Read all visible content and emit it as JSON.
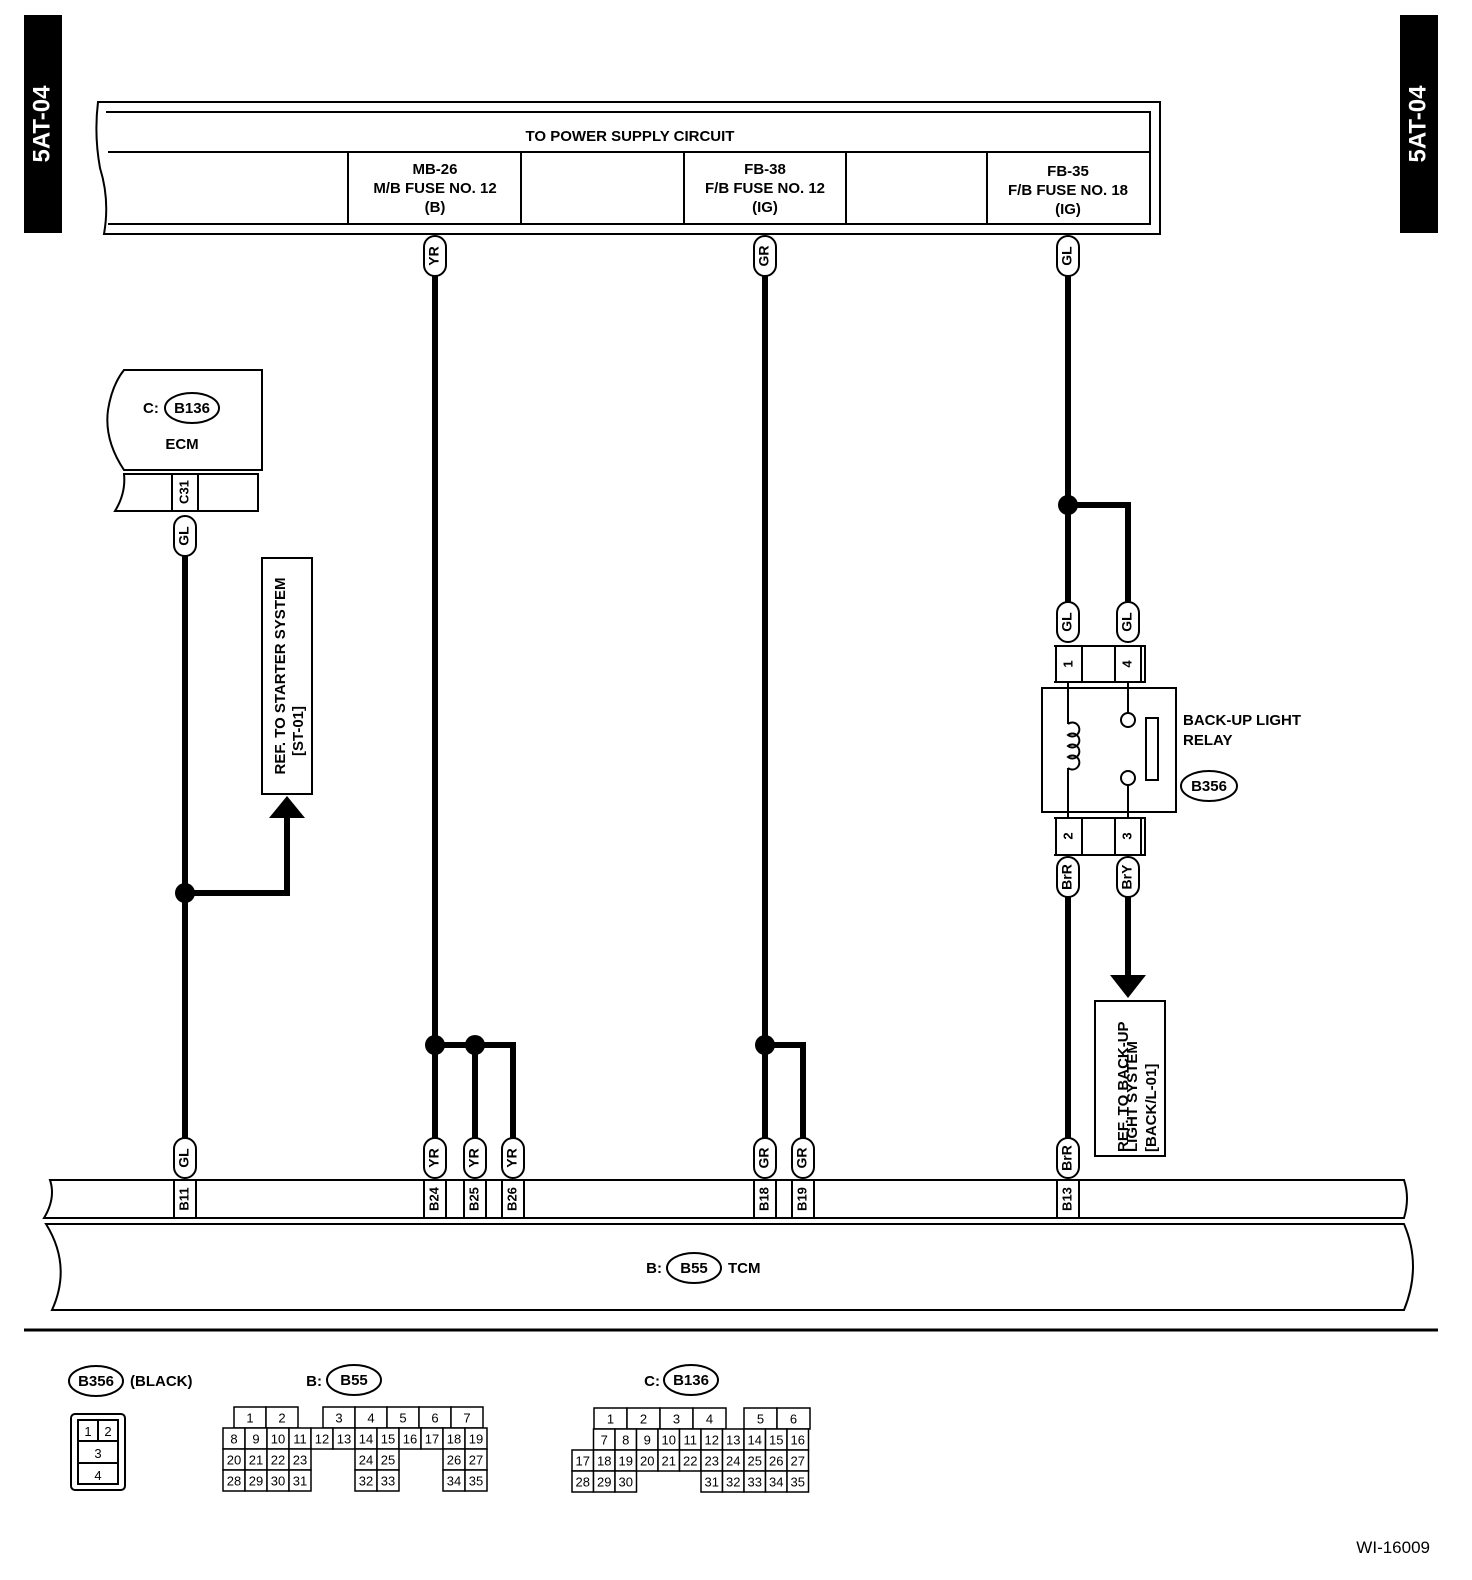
{
  "page_tag": "5AT-04",
  "figure_id": "WI-16009",
  "power_supply": {
    "title": "TO POWER SUPPLY CIRCUIT",
    "fuses": [
      {
        "line1": "MB-26",
        "line2": "M/B FUSE NO. 12",
        "line3": "(B)"
      },
      {
        "line1": "FB-38",
        "line2": "F/B FUSE NO. 12",
        "line3": "(IG)"
      },
      {
        "line1": "FB-35",
        "line2": "F/B FUSE NO. 18",
        "line3": "(IG)"
      }
    ]
  },
  "ecm": {
    "prefix": "C:",
    "connector": "B136",
    "name": "ECM",
    "pin": "C31"
  },
  "starter_ref": {
    "line1": "REF. TO STARTER SYSTEM",
    "line2": "[ST-01]"
  },
  "relay": {
    "line1": "BACK-UP LIGHT",
    "line2": "RELAY",
    "connector": "B356",
    "pins_top": [
      "1",
      "4"
    ],
    "pins_bottom": [
      "2",
      "3"
    ]
  },
  "backup_ref": {
    "line1": "REF. TO BACK-UP",
    "line2": "LIGHT SYSTEM",
    "line3": "[BACK/L-01]"
  },
  "tcm": {
    "prefix": "B:",
    "connector": "B55",
    "name": "TCM",
    "pins": [
      "B11",
      "B24",
      "B25",
      "B26",
      "B18",
      "B19",
      "B13"
    ]
  },
  "wires": {
    "yr": "YR",
    "gr": "GR",
    "gl": "GL",
    "brr": "BrR",
    "bry": "BrY"
  },
  "legend": {
    "b356": {
      "name": "B356",
      "note": "(BLACK)",
      "cells": [
        "1",
        "2",
        "3",
        "4"
      ]
    },
    "b55": {
      "prefix": "B:",
      "name": "B55"
    },
    "b136": {
      "prefix": "C:",
      "name": "B136"
    }
  }
}
